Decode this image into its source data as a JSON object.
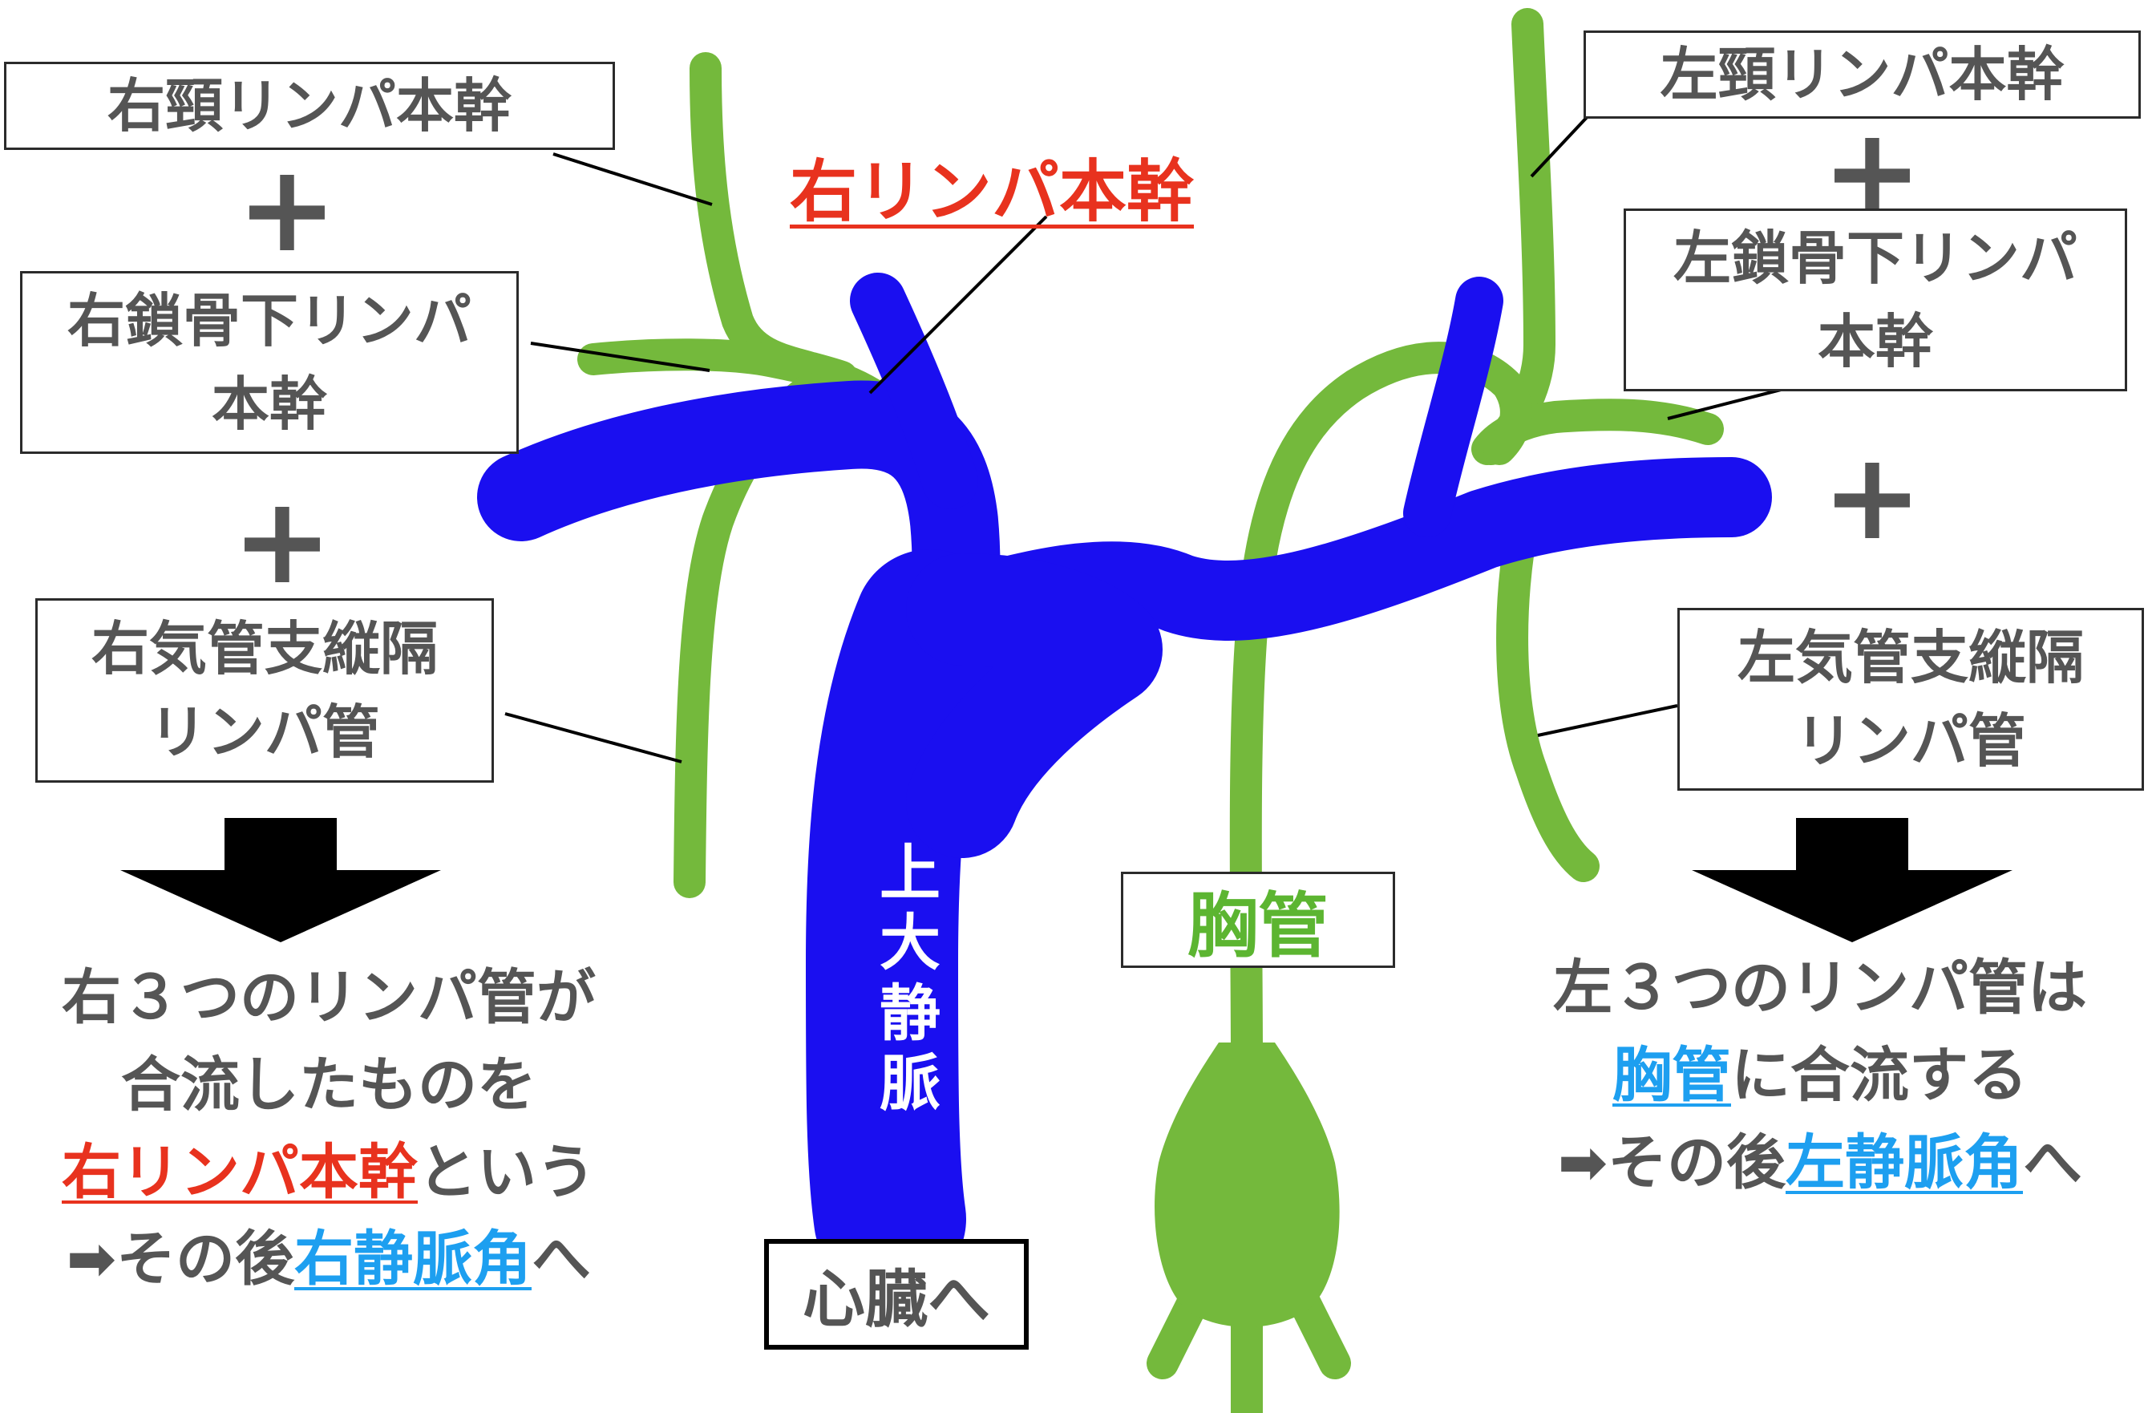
{
  "colors": {
    "vein": "#1a0ff0",
    "lymph": "#74b93c",
    "text": "#555555",
    "red_accent": "#e8321e",
    "blue_accent": "#1d9ff0",
    "duct_text": "#5cb531"
  },
  "labels": {
    "right_jugular": "右頸リンパ本幹",
    "right_subclavian_line1": "右鎖骨下リンパ",
    "right_subclavian_line2": "本幹",
    "right_bronchomediastinal_line1": "右気管支縦隔",
    "right_bronchomediastinal_line2": "リンパ管",
    "left_jugular": "左頸リンパ本幹",
    "left_subclavian_line1": "左鎖骨下リンパ",
    "left_subclavian_line2": "本幹",
    "left_bronchomediastinal_line1": "左気管支縦隔",
    "left_bronchomediastinal_line2": "リンパ管",
    "right_lymphatic_duct": "右リンパ本幹",
    "svc": [
      "上",
      "大",
      "静",
      "脈"
    ],
    "to_heart": "心臓へ",
    "thoracic_duct": "胸管",
    "plus": "+"
  },
  "summary_right": {
    "line1": "右３つのリンパ管が",
    "line2": "合流したものを",
    "line3_red": "右リンパ本幹",
    "line3_rest": "という",
    "line4_prefix": "➡その後",
    "line4_blue": "右静脈角",
    "line4_suffix": "へ"
  },
  "summary_left": {
    "line1": "左３つのリンパ管は",
    "line2_blue": "胸管",
    "line2_rest": "に合流する",
    "line3_prefix": "➡その後",
    "line3_blue": "左静脈角",
    "line3_suffix": "へ"
  }
}
